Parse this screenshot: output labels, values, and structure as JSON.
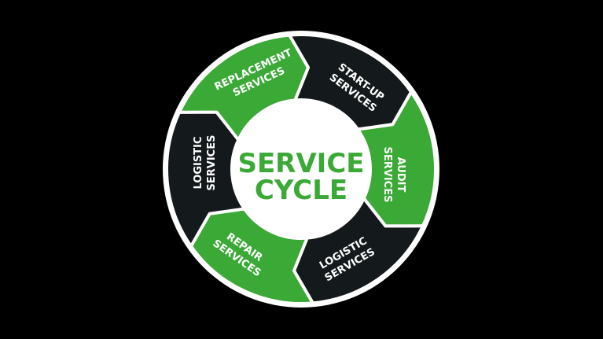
{
  "colors": {
    "green": "#3aa935",
    "dark": "#141a1c",
    "white": "#ffffff",
    "background": "#000000"
  },
  "center": {
    "line1": "SERVICE",
    "line2": "CYCLE"
  },
  "segments": [
    {
      "line1": "START-UP",
      "line2": "SERVICES",
      "color": "dark"
    },
    {
      "line1": "AUDIT",
      "line2": "SERVICES",
      "color": "green"
    },
    {
      "line1": "LOGISTIC",
      "line2": "SERVICES",
      "color": "dark"
    },
    {
      "line1": "REPAIR",
      "line2": "SERVICES",
      "color": "green"
    },
    {
      "line1": "LOGISTIC",
      "line2": "SERVICES",
      "color": "dark"
    },
    {
      "line1": "REPLACEMENT",
      "line2": "SERVICES",
      "color": "green"
    }
  ]
}
